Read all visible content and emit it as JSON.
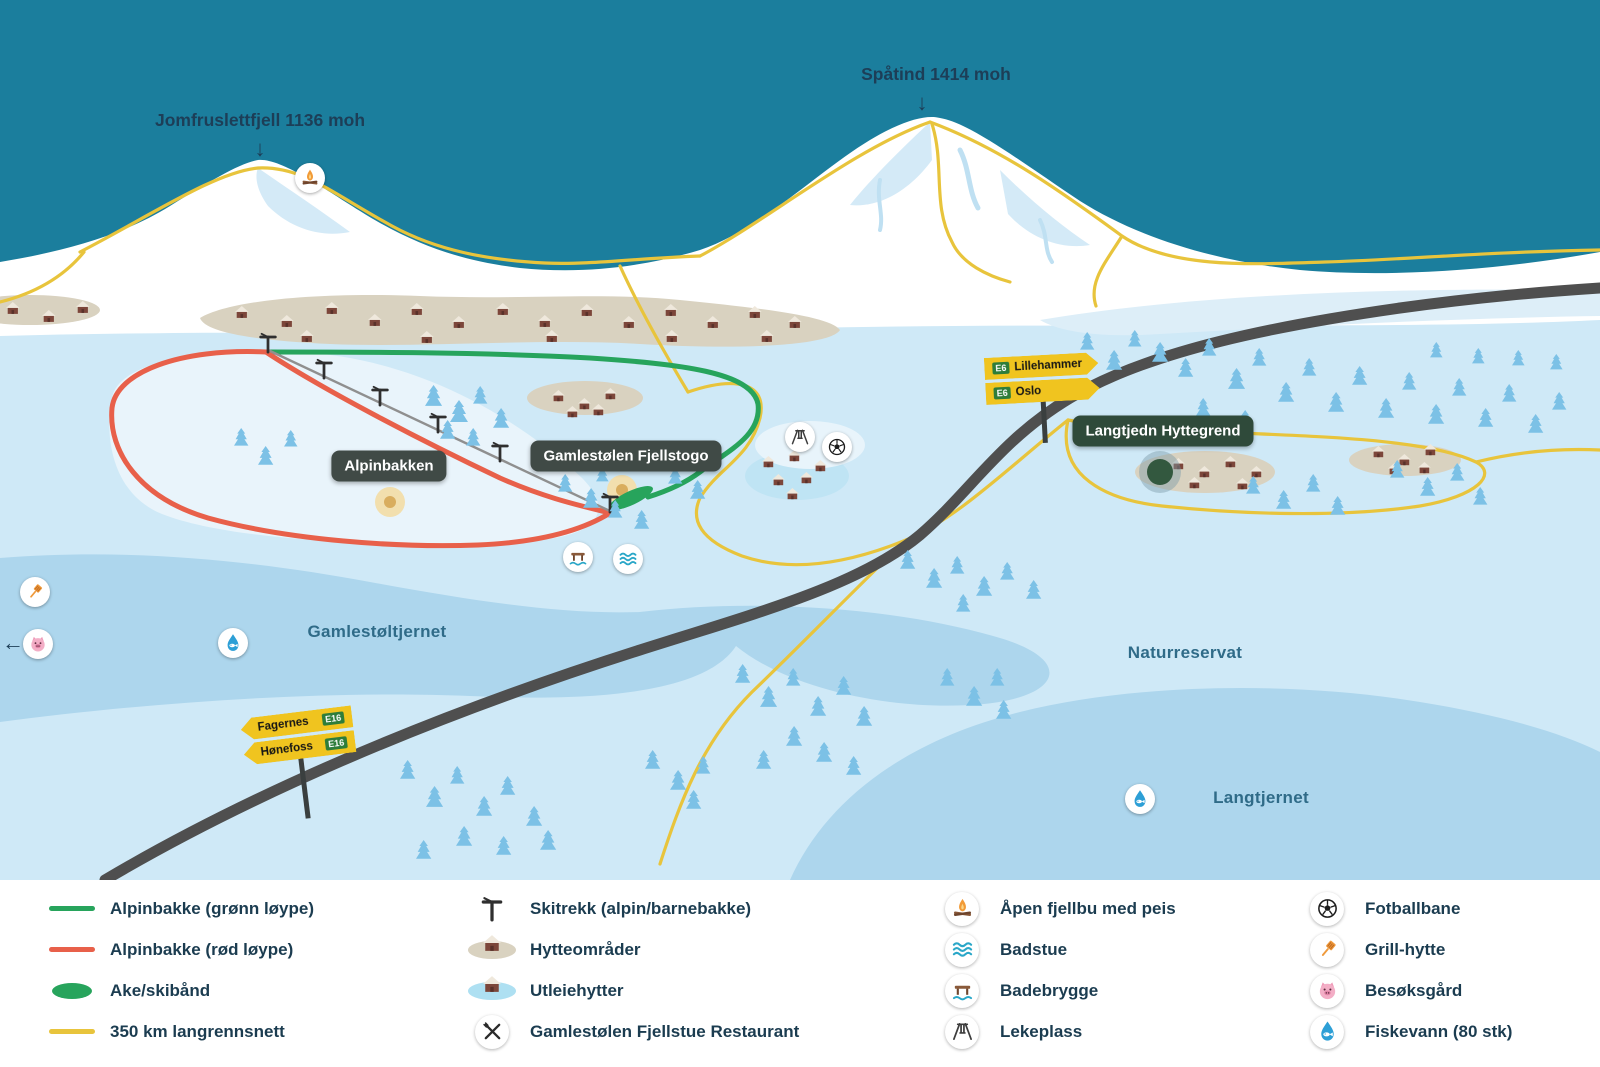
{
  "map": {
    "arrow_down": "↓",
    "arrow_left": "←",
    "mountains": [
      {
        "label": "Jomfruslettfjell 1136 moh"
      },
      {
        "label": "Spåtind 1414 moh"
      }
    ],
    "pills": [
      {
        "label": "Alpinbakken"
      },
      {
        "label": "Gamlestølen Fjellstogo"
      },
      {
        "label": "Langtjedn Hyttegrend"
      }
    ],
    "water_labels": [
      {
        "label": "Gamlestøltjernet"
      },
      {
        "label": "Naturreservat"
      },
      {
        "label": "Langtjernet"
      }
    ],
    "signs": {
      "west": {
        "rows": [
          {
            "name": "Fagernes",
            "route": "E16"
          },
          {
            "name": "Hønefoss",
            "route": "E16"
          }
        ]
      },
      "east": {
        "rows": [
          {
            "route": "E6",
            "name": "Lillehammer"
          },
          {
            "route": "E6",
            "name": "Oslo"
          }
        ]
      }
    },
    "map_icons": [
      "campfire",
      "playground-swing",
      "football",
      "bathing-pier",
      "sauna-waves",
      "fish-water",
      "fish-water",
      "grill",
      "pig",
      "settlement-marker"
    ]
  },
  "legend": {
    "columns": [
      {
        "items": [
          {
            "icon": "green-line",
            "label": "Alpinbakke (grønn løype)"
          },
          {
            "icon": "red-line",
            "label": "Alpinbakke (rød løype)"
          },
          {
            "icon": "green-ellipse",
            "label": "Ake/skibånd"
          },
          {
            "icon": "yellow-line",
            "label": "350 km langrennsnett"
          }
        ]
      },
      {
        "items": [
          {
            "icon": "t-bar",
            "label": "Skitrekk (alpin/barnebakke)"
          },
          {
            "icon": "hytte-area",
            "label": "Hytteområder"
          },
          {
            "icon": "rental-cabin",
            "label": "Utleiehytter"
          },
          {
            "icon": "restaurant",
            "label": "Gamlestølen Fjellstue Restaurant"
          }
        ]
      },
      {
        "items": [
          {
            "icon": "campfire",
            "label": "Åpen fjellbu med peis"
          },
          {
            "icon": "sauna-waves",
            "label": "Badstue"
          },
          {
            "icon": "bathing-pier",
            "label": "Badebrygge"
          },
          {
            "icon": "playground",
            "label": "Lekeplass"
          }
        ]
      },
      {
        "items": [
          {
            "icon": "football",
            "label": "Fotballbane"
          },
          {
            "icon": "grill",
            "label": "Grill-hytte"
          },
          {
            "icon": "pig",
            "label": "Besøksgård"
          },
          {
            "icon": "fish-water",
            "label": "Fiskevann (80 stk)"
          }
        ]
      }
    ]
  },
  "colors": {
    "sky_teal": "#1b7e9d",
    "ground": "#cfe9f7",
    "water": "#add6ed",
    "trail_yellow": "#e8c43c",
    "run_green": "#27a45c",
    "run_red": "#e8604a",
    "road_gray": "#4f4f4f",
    "pill_dark": "#404a46",
    "pill_green": "#2f4a3a",
    "legend_text": "#1b3c50",
    "hytte_beige": "#d9d2c0",
    "tree_blue": "#7cc1e6"
  }
}
